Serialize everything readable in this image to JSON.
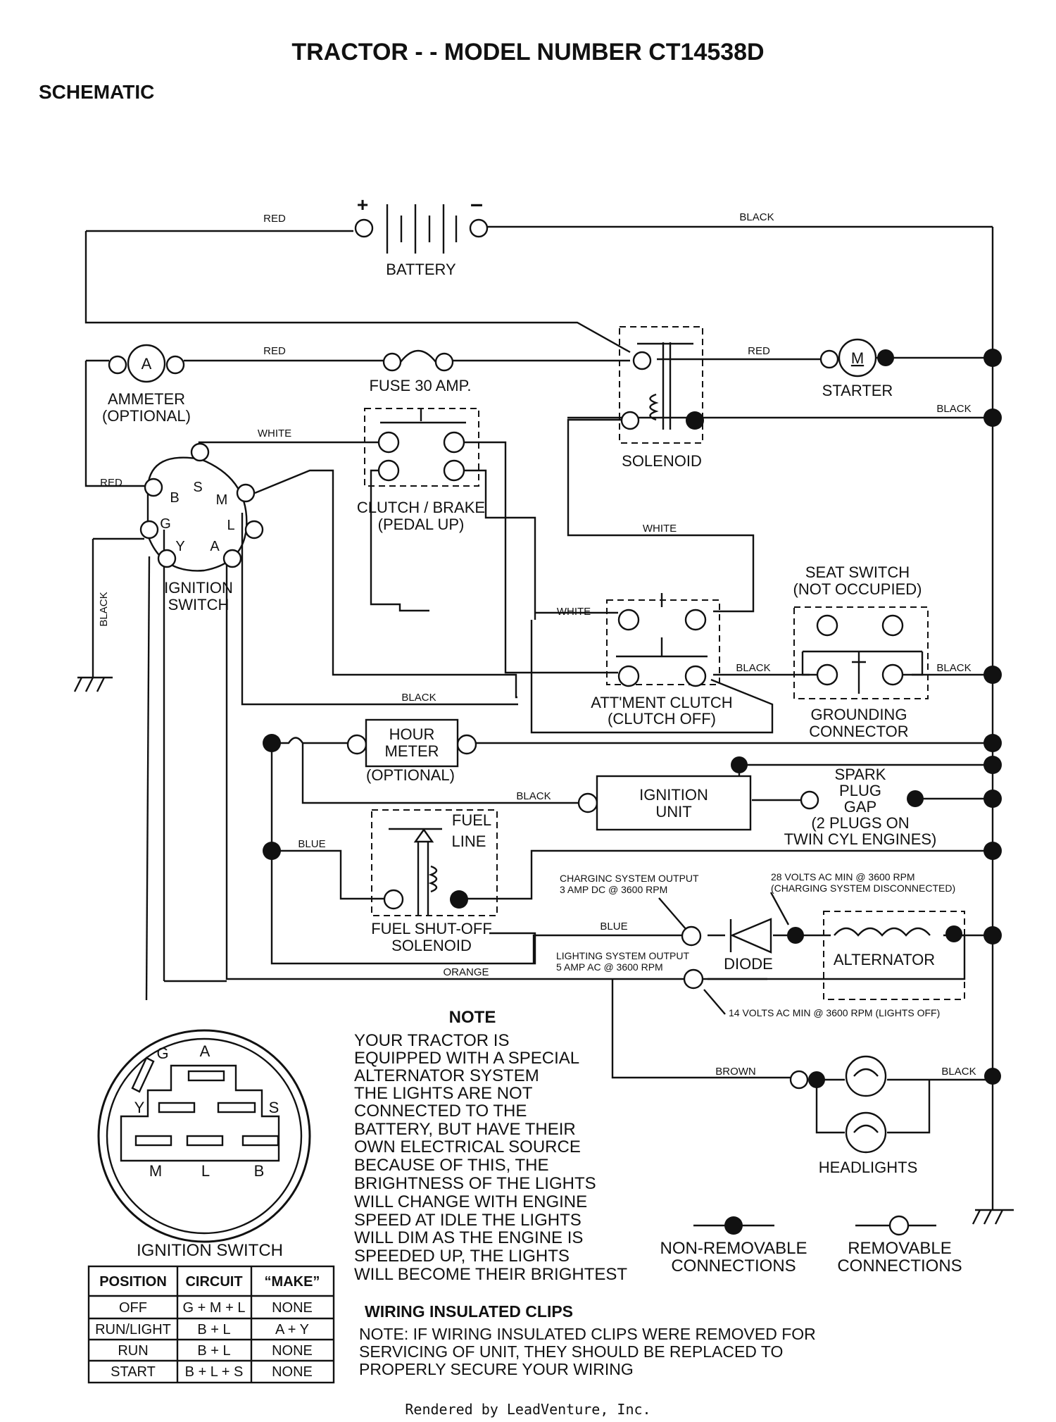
{
  "title": "TRACTOR - - MODEL NUMBER CT14538D",
  "section": "SCHEMATIC",
  "components": {
    "battery": "BATTERY",
    "battery_plus": "+",
    "battery_minus": "–",
    "ammeter_symbol": "A",
    "ammeter": "AMMETER",
    "ammeter_note": "(OPTIONAL)",
    "fuse": "FUSE 30 AMP.",
    "starter_symbol": "M",
    "starter": "STARTER",
    "solenoid": "SOLENOID",
    "clutch_brake": "CLUTCH / BRAKE",
    "clutch_brake_state": "(PEDAL UP)",
    "ignition_switch_l1": "IGNITION",
    "ignition_switch_l2": "SWITCH",
    "seat_switch": "SEAT SWITCH",
    "seat_switch_state": "(NOT OCCUPIED)",
    "attment_clutch": "ATT'MENT CLUTCH",
    "attment_clutch_state": "(CLUTCH OFF)",
    "grounding_l1": "GROUNDING",
    "grounding_l2": "CONNECTOR",
    "hour_meter_l1": "HOUR",
    "hour_meter_l2": "METER",
    "hour_meter_note": "(OPTIONAL)",
    "ignition_unit_l1": "IGNITION",
    "ignition_unit_l2": "UNIT",
    "spark_l1": "SPARK",
    "spark_l2": "PLUG",
    "spark_l3": "GAP",
    "spark_l4": "(2 PLUGS ON",
    "spark_l5": "TWIN CYL  ENGINES)",
    "fuel_l1": "FUEL",
    "fuel_l2": "LINE",
    "fuel_solenoid_l1": "FUEL SHUT-OFF",
    "fuel_solenoid_l2": "SOLENOID",
    "diode": "DIODE",
    "alternator": "ALTERNATOR",
    "headlights": "HEADLIGHTS",
    "charging_out_l1": "CHARGINC SYSTEM OUTPUT",
    "charging_out_l2": "3 AMP DC @ 3600 RPM",
    "volts28_l1": "28 VOLTS AC MIN  @ 3600 RPM",
    "volts28_l2": "(CHARGING SYSTEM DISCONNECTED)",
    "lighting_out_l1": "LIGHTING SYSTEM OUTPUT",
    "lighting_out_l2": "5 AMP AC @ 3600 RPM",
    "volts14": "14 VOLTS AC MIN  @ 3600 RPM (LIGHTS OFF)"
  },
  "terminals": {
    "B": "B",
    "S": "S",
    "M": "M",
    "G": "G",
    "L": "L",
    "Y": "Y",
    "A": "A"
  },
  "wire_colors": {
    "red": "RED",
    "black": "BLACK",
    "white": "WHITE",
    "blue": "BLUE",
    "orange": "ORANGE",
    "brown": "BROWN"
  },
  "legend": {
    "non_removable_l1": "NON-REMOVABLE",
    "non_removable_l2": "CONNECTIONS",
    "removable_l1": "REMOVABLE",
    "removable_l2": "CONNECTIONS"
  },
  "note": {
    "heading": "NOTE",
    "lines": [
      "YOUR TRACTOR IS",
      "EQUIPPED WITH A SPECIAL",
      "ALTERNATOR SYSTEM",
      "THE LIGHTS ARE NOT",
      "CONNECTED TO THE",
      "BATTERY, BUT HAVE THEIR",
      "OWN ELECTRICAL SOURCE",
      "BECAUSE OF THIS, THE",
      "BRIGHTNESS OF THE LIGHTS",
      "WILL CHANGE WITH ENGINE",
      "SPEED   AT IDLE THE LIGHTS",
      "WILL DIM   AS THE ENGINE IS",
      "SPEEDED UP, THE LIGHTS",
      "WILL BECOME THEIR BRIGHTEST"
    ]
  },
  "switch_table": {
    "title": "IGNITION SWITCH",
    "headers": [
      "POSITION",
      "CIRCUIT",
      "“MAKE”"
    ],
    "rows": [
      [
        "OFF",
        "G + M + L",
        "NONE"
      ],
      [
        "RUN/LIGHT",
        "B + L",
        "A + Y"
      ],
      [
        "RUN",
        "B + L",
        "NONE"
      ],
      [
        "START",
        "B + L + S",
        "NONE"
      ]
    ]
  },
  "wiring_clips": {
    "heading": "WIRING INSULATED CLIPS",
    "lines": [
      "NOTE: IF WIRING INSULATED CLIPS WERE REMOVED FOR",
      "SERVICING OF UNIT, THEY SHOULD BE REPLACED TO",
      "PROPERLY SECURE YOUR WIRING"
    ]
  },
  "footer": "Rendered by LeadVenture, Inc."
}
